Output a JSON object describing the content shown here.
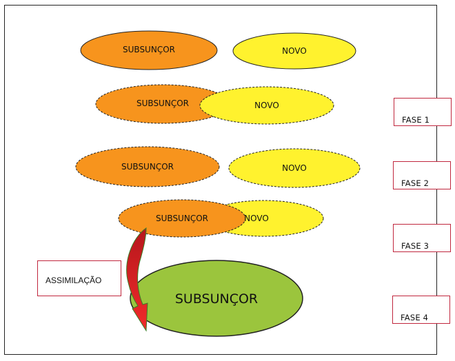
{
  "rows": [
    {
      "subsuncor": "SUBSUNÇOR",
      "novo": "NOVO"
    },
    {
      "subsuncor": "SUBSUNÇOR",
      "novo": "NOVO"
    },
    {
      "subsuncor": "SUBSUNÇOR",
      "novo": "NOVO"
    },
    {
      "subsuncor": "SUBSUNÇOR",
      "novo": "NOVO"
    }
  ],
  "result": "SUBSUNÇOR",
  "assimilation_label": "ASSIMILAÇÃO",
  "phases": [
    "FASE 1",
    "FASE 2",
    "FASE 3",
    "FASE 4"
  ],
  "colors": {
    "subsuncor_fill": "#F7941D",
    "novo_fill": "#FFF22E",
    "result_fill": "#9BC53D",
    "arrow_dark": "#B5171C",
    "arrow_light": "#F22A2A",
    "arrow_edge": "#3A7D27",
    "box_border": "#C0263D"
  }
}
